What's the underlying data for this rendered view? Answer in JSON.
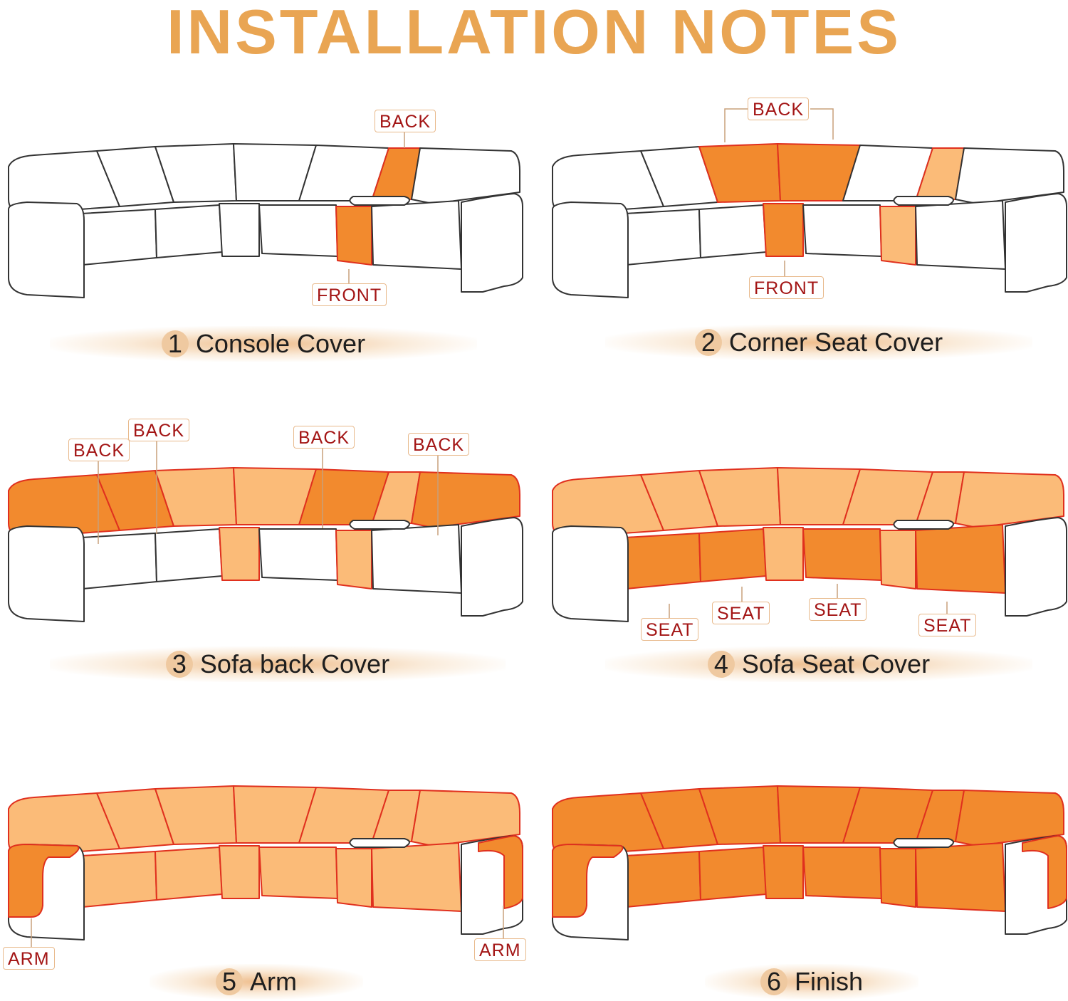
{
  "title": "INSTALLATION NOTES",
  "colors": {
    "title": "#e9a553",
    "dark_orange": "#f28a2e",
    "light_orange": "#fbbb78",
    "outline": "#333333",
    "red_outline": "#e0301e",
    "label_text": "#a31515"
  },
  "steps": [
    {
      "number": "1",
      "caption": "Console Cover",
      "labels": {
        "back": "BACK",
        "front": "FRONT"
      }
    },
    {
      "number": "2",
      "caption": "Corner Seat Cover",
      "labels": {
        "back": "BACK",
        "front": "FRONT"
      }
    },
    {
      "number": "3",
      "caption": "Sofa back Cover",
      "labels": {
        "back1": "BACK",
        "back2": "BACK",
        "back3": "BACK",
        "back4": "BACK"
      }
    },
    {
      "number": "4",
      "caption": "Sofa Seat Cover",
      "labels": {
        "seat1": "SEAT",
        "seat2": "SEAT",
        "seat3": "SEAT",
        "seat4": "SEAT"
      }
    },
    {
      "number": "5",
      "caption": "Arm",
      "labels": {
        "arm_left": "ARM",
        "arm_right": "ARM"
      }
    },
    {
      "number": "6",
      "caption": "Finish",
      "labels": {}
    }
  ]
}
